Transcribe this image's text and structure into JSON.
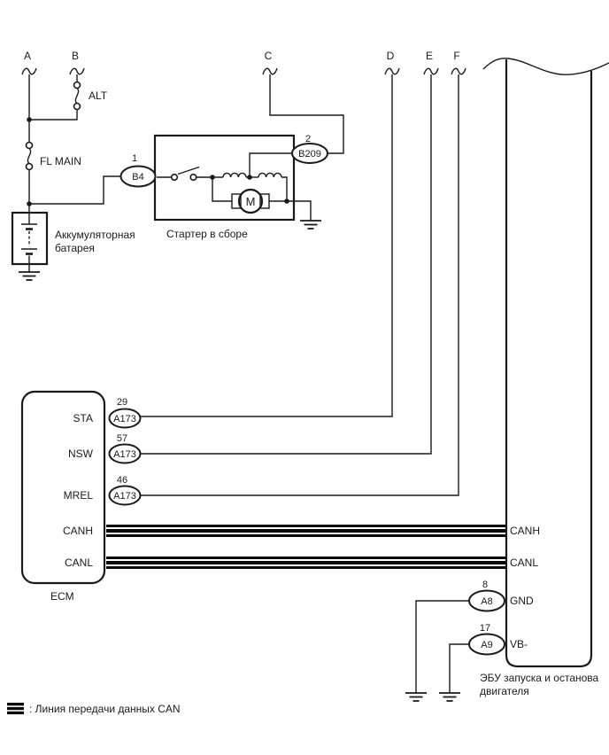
{
  "connectors": {
    "a": "A",
    "b": "B",
    "c": "C",
    "d": "D",
    "e": "E",
    "f": "F"
  },
  "fuses": {
    "alt": "ALT",
    "fl_main": "FL MAIN"
  },
  "battery": {
    "name_line1": "Аккумуляторная",
    "name_line2": "батарея"
  },
  "starter": {
    "name": "Стартер в сборе",
    "motor_letter": "M",
    "pin_b4": {
      "number": "1",
      "code": "B4"
    },
    "pin_b209": {
      "number": "2",
      "code": "B209"
    }
  },
  "ecm": {
    "name": "ECM",
    "pin_sta": {
      "label": "STA",
      "number": "29",
      "code": "A173"
    },
    "pin_nsw": {
      "label": "NSW",
      "number": "57",
      "code": "A173"
    },
    "pin_mrel": {
      "label": "MREL",
      "number": "46",
      "code": "A173"
    },
    "pin_canh": {
      "label": "CANH"
    },
    "pin_canl": {
      "label": "CANL"
    }
  },
  "ecu": {
    "name_line1": "ЭБУ запуска и останова",
    "name_line2": "двигателя",
    "pin_canh": {
      "label": "CANH"
    },
    "pin_canl": {
      "label": "CANL"
    },
    "pin_gnd": {
      "label": "GND",
      "number": "8",
      "code": "A8"
    },
    "pin_vb": {
      "label": "VB-",
      "number": "17",
      "code": "A9"
    }
  },
  "legend": {
    "can_line": ": Линия передачи данных CAN"
  },
  "colors": {
    "line": "#1a1a1a",
    "background": "#ffffff",
    "can_bus": "#0a0a0a"
  }
}
